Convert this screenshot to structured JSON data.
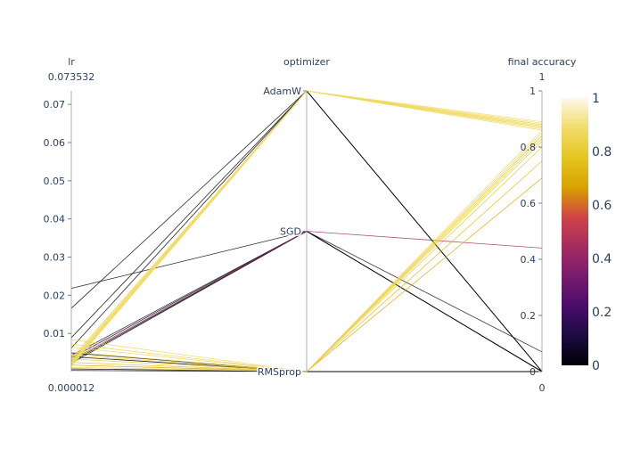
{
  "chart_data": {
    "type": "parcoords",
    "dimensions": [
      {
        "label": "lr",
        "kind": "numeric",
        "range": [
          1.2e-05,
          0.073532
        ],
        "range_min_label": "0.000012",
        "range_max_label": "0.073532",
        "ticks": [
          0.01,
          0.02,
          0.03,
          0.04,
          0.05,
          0.06,
          0.07
        ],
        "tick_labels": [
          "0.01",
          "0.02",
          "0.03",
          "0.04",
          "0.05",
          "0.06",
          "0.07"
        ]
      },
      {
        "label": "optimizer",
        "kind": "categorical",
        "categories": [
          "AdamW",
          "SGD",
          "RMSprop"
        ],
        "category_values": [
          2,
          1,
          0
        ]
      },
      {
        "label": "final accuracy",
        "kind": "numeric",
        "range": [
          0,
          1
        ],
        "range_min_label": "0",
        "range_max_label": "1",
        "ticks": [
          0,
          0.2,
          0.4,
          0.6,
          0.8,
          1
        ],
        "tick_labels": [
          "0",
          "0.2",
          "0.4",
          "0.6",
          "0.8",
          "1"
        ]
      }
    ],
    "colorbar": {
      "range": [
        0,
        1
      ],
      "ticks": [
        0,
        0.2,
        0.4,
        0.6,
        0.8,
        1
      ],
      "tick_labels": [
        "0",
        "0.2",
        "0.4",
        "0.6",
        "0.8",
        "1"
      ],
      "colorscale": [
        "#000004",
        "#1b0c41",
        "#4a0c6b",
        "#781c6d",
        "#a52c60",
        "#cf4446",
        "#d9a200",
        "#e5c620",
        "#f2dc6a",
        "#fcf8ec"
      ]
    },
    "runs": [
      {
        "lr": 0.0021,
        "optimizer": "AdamW",
        "accuracy": 0.89
      },
      {
        "lr": 0.0023,
        "optimizer": "AdamW",
        "accuracy": 0.88
      },
      {
        "lr": 0.0025,
        "optimizer": "AdamW",
        "accuracy": 0.875
      },
      {
        "lr": 0.0019,
        "optimizer": "AdamW",
        "accuracy": 0.87
      },
      {
        "lr": 0.0027,
        "optimizer": "AdamW",
        "accuracy": 0.86
      },
      {
        "lr": 0.0018,
        "optimizer": "AdamW",
        "accuracy": 0.885
      },
      {
        "lr": 0.0031,
        "optimizer": "AdamW",
        "accuracy": 0.865
      },
      {
        "lr": 0.0016,
        "optimizer": "AdamW",
        "accuracy": 0.87
      },
      {
        "lr": 0.0035,
        "optimizer": "AdamW",
        "accuracy": 0.875
      },
      {
        "lr": 0.0014,
        "optimizer": "AdamW",
        "accuracy": 0.88
      },
      {
        "lr": 0.0166,
        "optimizer": "AdamW",
        "accuracy": 0.0
      },
      {
        "lr": 0.0089,
        "optimizer": "AdamW",
        "accuracy": 0.0
      },
      {
        "lr": 0.0062,
        "optimizer": "AdamW",
        "accuracy": 0.0
      },
      {
        "lr": 0.0218,
        "optimizer": "SGD",
        "accuracy": 0.0
      },
      {
        "lr": 0.0042,
        "optimizer": "SGD",
        "accuracy": 0.07
      },
      {
        "lr": 0.003,
        "optimizer": "SGD",
        "accuracy": 0.44
      },
      {
        "lr": 0.0036,
        "optimizer": "SGD",
        "accuracy": 0.0
      },
      {
        "lr": 0.0026,
        "optimizer": "SGD",
        "accuracy": 0.0
      },
      {
        "lr": 0.0022,
        "optimizer": "SGD",
        "accuracy": 0.0
      },
      {
        "lr": 0.0084,
        "optimizer": "RMSprop",
        "accuracy": 0.86
      },
      {
        "lr": 0.0072,
        "optimizer": "RMSprop",
        "accuracy": 0.85
      },
      {
        "lr": 0.0064,
        "optimizer": "RMSprop",
        "accuracy": 0.84
      },
      {
        "lr": 0.0051,
        "optimizer": "RMSprop",
        "accuracy": 0.83
      },
      {
        "lr": 0.0043,
        "optimizer": "RMSprop",
        "accuracy": 0.82
      },
      {
        "lr": 0.0033,
        "optimizer": "RMSprop",
        "accuracy": 0.8
      },
      {
        "lr": 0.0024,
        "optimizer": "RMSprop",
        "accuracy": 0.75
      },
      {
        "lr": 0.0017,
        "optimizer": "RMSprop",
        "accuracy": 0.69
      },
      {
        "lr": 0.0011,
        "optimizer": "RMSprop",
        "accuracy": 0.84
      },
      {
        "lr": 0.0007,
        "optimizer": "RMSprop",
        "accuracy": 0.0
      },
      {
        "lr": 0.0049,
        "optimizer": "RMSprop",
        "accuracy": 0.0
      },
      {
        "lr": 0.0039,
        "optimizer": "RMSprop",
        "accuracy": 0.0
      },
      {
        "lr": 0.0003,
        "optimizer": "RMSprop",
        "accuracy": 0.0
      }
    ]
  }
}
